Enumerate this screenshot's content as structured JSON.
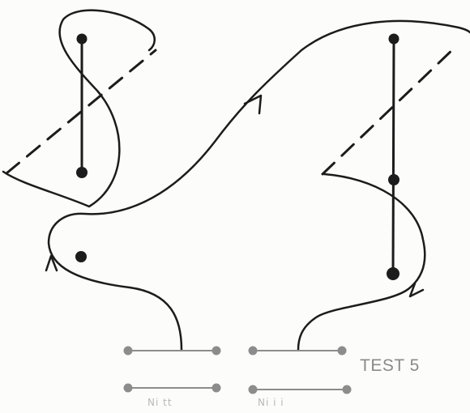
{
  "label": "TEST 5",
  "footer_left": "Ni tt",
  "footer_right": "Ni i i",
  "colors": {
    "ink": "#1c1c1c",
    "grey": "#8c8c8c",
    "paper": "#fcfcfa"
  },
  "diagram": {
    "poles": {
      "count": 5,
      "groups": [
        "left-vertical-pair",
        "right-vertical-triple"
      ]
    },
    "baseline_segments": 4,
    "dashed_guides": 2,
    "arrows": 3
  }
}
